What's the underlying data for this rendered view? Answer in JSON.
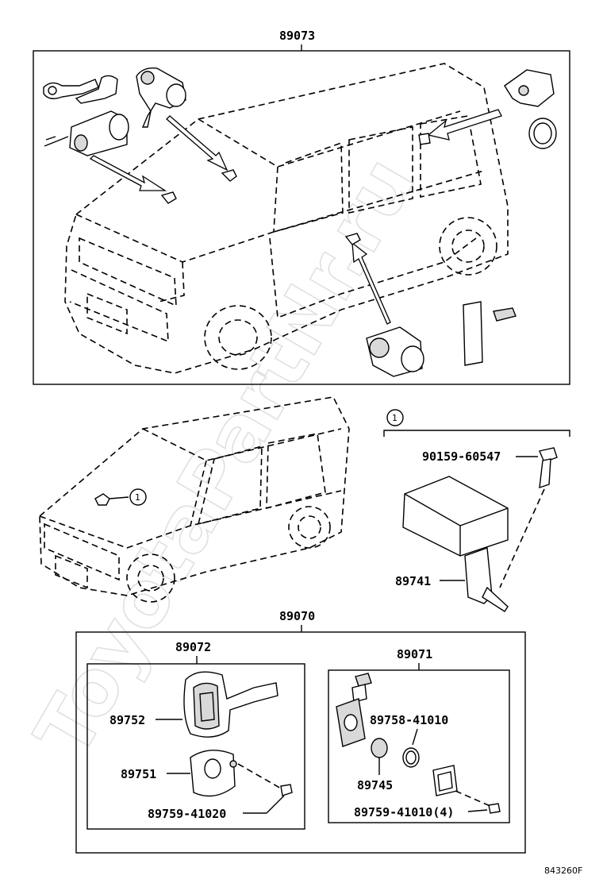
{
  "watermark": "ToyotaPartNr.ru",
  "labels": {
    "top_assembly": "89073",
    "callout_1": "1",
    "bolt": "90159-60547",
    "ecu": "89741",
    "kit": "89070",
    "key_set": "89072",
    "key_grip": "89752",
    "key_cover": "89751",
    "key_screw": "89759-41020",
    "transponder_set": "89071",
    "transponder_ring": "89758-41010",
    "transponder_chip": "89745",
    "transponder_screw": "89759-41010(4)"
  },
  "footer_code": "843260F"
}
